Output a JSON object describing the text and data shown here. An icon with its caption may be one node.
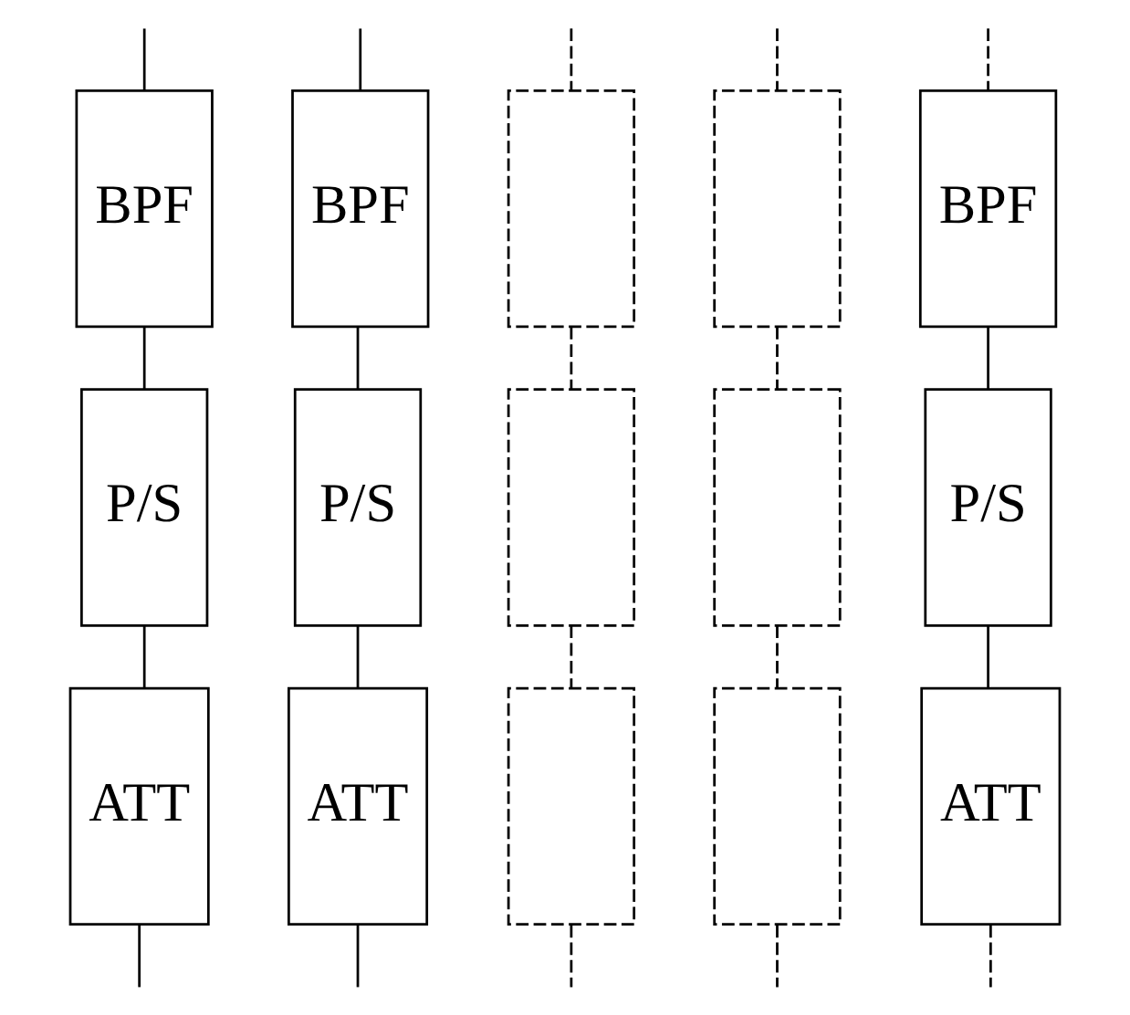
{
  "diagram": {
    "nodes": [
      {
        "text": [
          "BPF"
        ]
      },
      {
        "text": [
          "BPF"
        ]
      },
      {
        "text": [],
        "shape": "box"
      },
      {
        "text": [],
        "shape": "box"
      },
      {
        "text": [
          "BPF"
        ]
      },
      {
        "text": [
          "P/S"
        ]
      },
      {
        "text": [
          "P/S"
        ]
      },
      {
        "text": [],
        "shape": "box"
      },
      {
        "text": [],
        "shape": "box"
      },
      {
        "text": [
          "P/S"
        ]
      },
      {
        "text": [
          "ATT"
        ]
      },
      {
        "text": [
          "ATT"
        ]
      },
      {
        "text": [],
        "shape": "box"
      },
      {
        "text": [],
        "shape": "box"
      },
      {
        "text": [
          "ATT"
        ]
      }
    ],
    "edges": [
      {
        "from": null,
        "to": 0,
        "arrow": "none"
      },
      {
        "from": null,
        "to": 1,
        "arrow": "none"
      },
      {
        "from": null,
        "to": 2,
        "arrow": "none",
        "style": "dashed"
      },
      {
        "from": null,
        "to": 3,
        "arrow": "none",
        "style": "dashed"
      },
      {
        "from": null,
        "to": 4,
        "arrow": "none",
        "style": "dashed"
      },
      {
        "from": 0,
        "to": 5,
        "arrow": "none"
      },
      {
        "from": 1,
        "to": 6,
        "arrow": "none"
      },
      {
        "from": 2,
        "to": 7,
        "arrow": "none",
        "style": "dashed"
      },
      {
        "from": 3,
        "to": 8,
        "arrow": "none",
        "style": "dashed"
      },
      {
        "from": 4,
        "to": 9,
        "arrow": "none"
      },
      {
        "from": 5,
        "to": 10,
        "arrow": "none"
      },
      {
        "from": 6,
        "to": 11,
        "arrow": "none"
      },
      {
        "from": 7,
        "to": 12,
        "arrow": "none",
        "style": "dashed"
      },
      {
        "from": 8,
        "to": 13,
        "arrow": "none",
        "style": "dashed"
      },
      {
        "from": 9,
        "to": 14,
        "arrow": "none"
      },
      {
        "from": 10,
        "to": null,
        "arrow": "none"
      },
      {
        "from": 11,
        "to": null,
        "arrow": "none"
      },
      {
        "from": 12,
        "to": null,
        "arrow": "none",
        "style": "dashed"
      },
      {
        "from": 13,
        "to": null,
        "arrow": "none",
        "style": "dashed"
      },
      {
        "from": 14,
        "to": null,
        "arrow": "none",
        "style": "dashed"
      }
    ]
  }
}
